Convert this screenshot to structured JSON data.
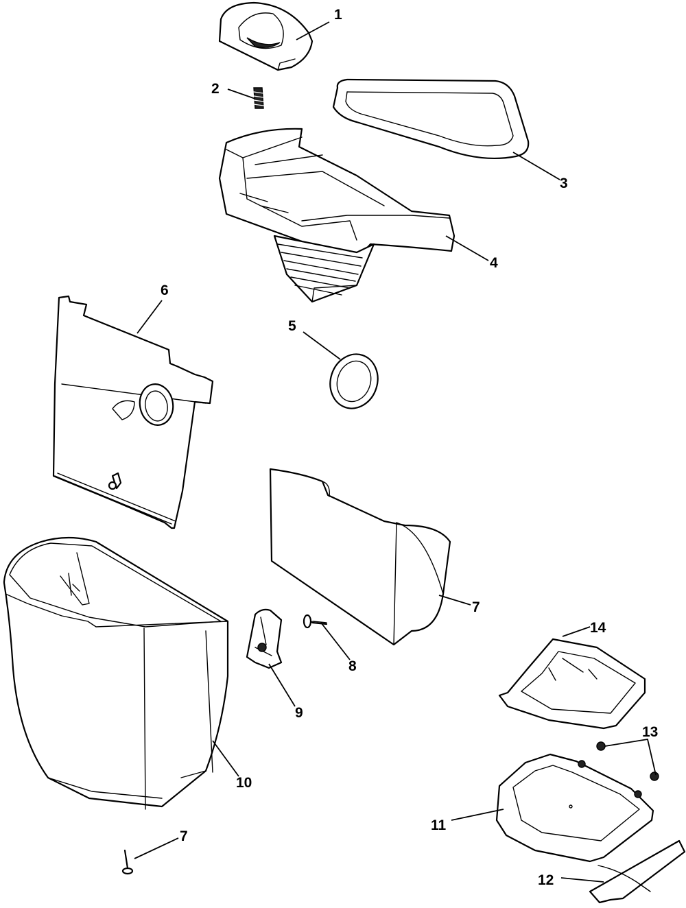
{
  "colors": {
    "line": "#000000",
    "background": "#ffffff",
    "shade": "#e6e6e6"
  },
  "callouts": [
    {
      "id": "c1",
      "text": "1"
    },
    {
      "id": "c2",
      "text": "2"
    },
    {
      "id": "c3",
      "text": "3"
    },
    {
      "id": "c4",
      "text": "4"
    },
    {
      "id": "c5",
      "text": "5"
    },
    {
      "id": "c6",
      "text": "6"
    },
    {
      "id": "c7a",
      "text": "7"
    },
    {
      "id": "c7b",
      "text": "7"
    },
    {
      "id": "c8",
      "text": "8"
    },
    {
      "id": "c9",
      "text": "9"
    },
    {
      "id": "c10",
      "text": "10"
    },
    {
      "id": "c11",
      "text": "11"
    },
    {
      "id": "c12",
      "text": "12"
    },
    {
      "id": "c13",
      "text": "13"
    },
    {
      "id": "c14",
      "text": "14"
    }
  ]
}
